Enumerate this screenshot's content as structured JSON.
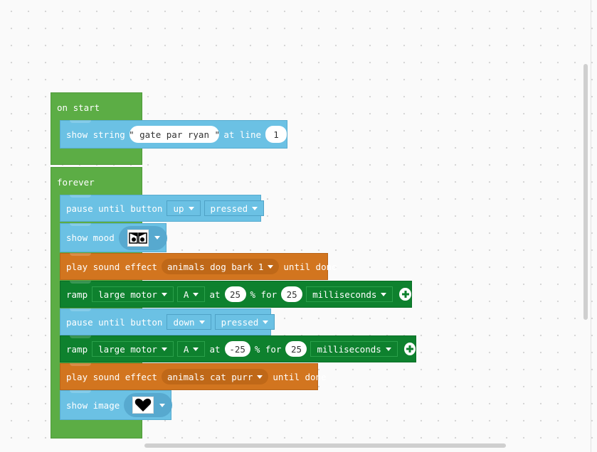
{
  "on_start": {
    "label": "on start",
    "show_string": {
      "label": "show string",
      "value": "\" gate par ryan \"",
      "at_line_label": "at line",
      "line": "1"
    }
  },
  "forever": {
    "label": "forever",
    "blocks": {
      "pause1": {
        "label": "pause until button",
        "button": "up",
        "state": "pressed"
      },
      "mood": {
        "label": "show mood",
        "icon": "angry-eyes-icon"
      },
      "sound1": {
        "label": "play sound effect",
        "effect": "animals dog bark 1",
        "suffix": "until done"
      },
      "ramp1": {
        "label": "ramp",
        "motor": "large motor",
        "port": "A",
        "at_label": "at",
        "speed": "25",
        "pct_for_label": "% for",
        "duration": "25",
        "unit": "milliseconds"
      },
      "pause2": {
        "label": "pause until button",
        "button": "down",
        "state": "pressed"
      },
      "ramp2": {
        "label": "ramp",
        "motor": "large motor",
        "port": "A",
        "at_label": "at",
        "speed": "-25",
        "pct_for_label": "% for",
        "duration": "25",
        "unit": "milliseconds"
      },
      "sound2": {
        "label": "play sound effect",
        "effect": "animals cat purr",
        "suffix": "until done"
      },
      "image": {
        "label": "show image",
        "icon": "heart-icon"
      }
    }
  },
  "colors": {
    "event_green": "#5cad45",
    "brick_blue": "#6bc1e4",
    "sound_orange": "#d2751f",
    "motor_green": "#0e812e"
  }
}
